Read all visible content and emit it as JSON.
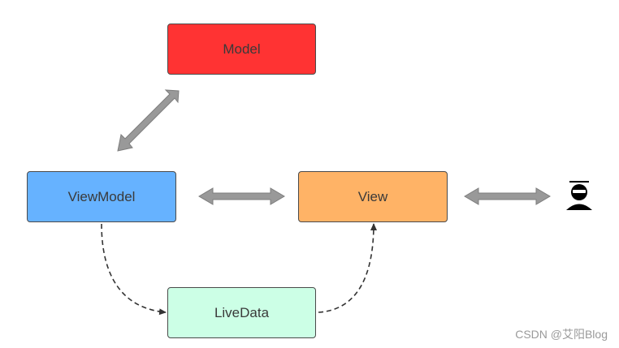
{
  "nodes": {
    "model": {
      "label": "Model",
      "color": "#ff3333"
    },
    "viewmodel": {
      "label": "ViewModel",
      "color": "#66b2ff"
    },
    "view": {
      "label": "View",
      "color": "#ffb366"
    },
    "livedata": {
      "label": "LiveData",
      "color": "#ccffe6"
    }
  },
  "colors": {
    "double_arrow": "#999999",
    "dashed_edge": "#333333",
    "user_icon": "#000000"
  },
  "icons": {
    "user": "user-icon"
  },
  "watermark": "CSDN @艾阳Blog"
}
